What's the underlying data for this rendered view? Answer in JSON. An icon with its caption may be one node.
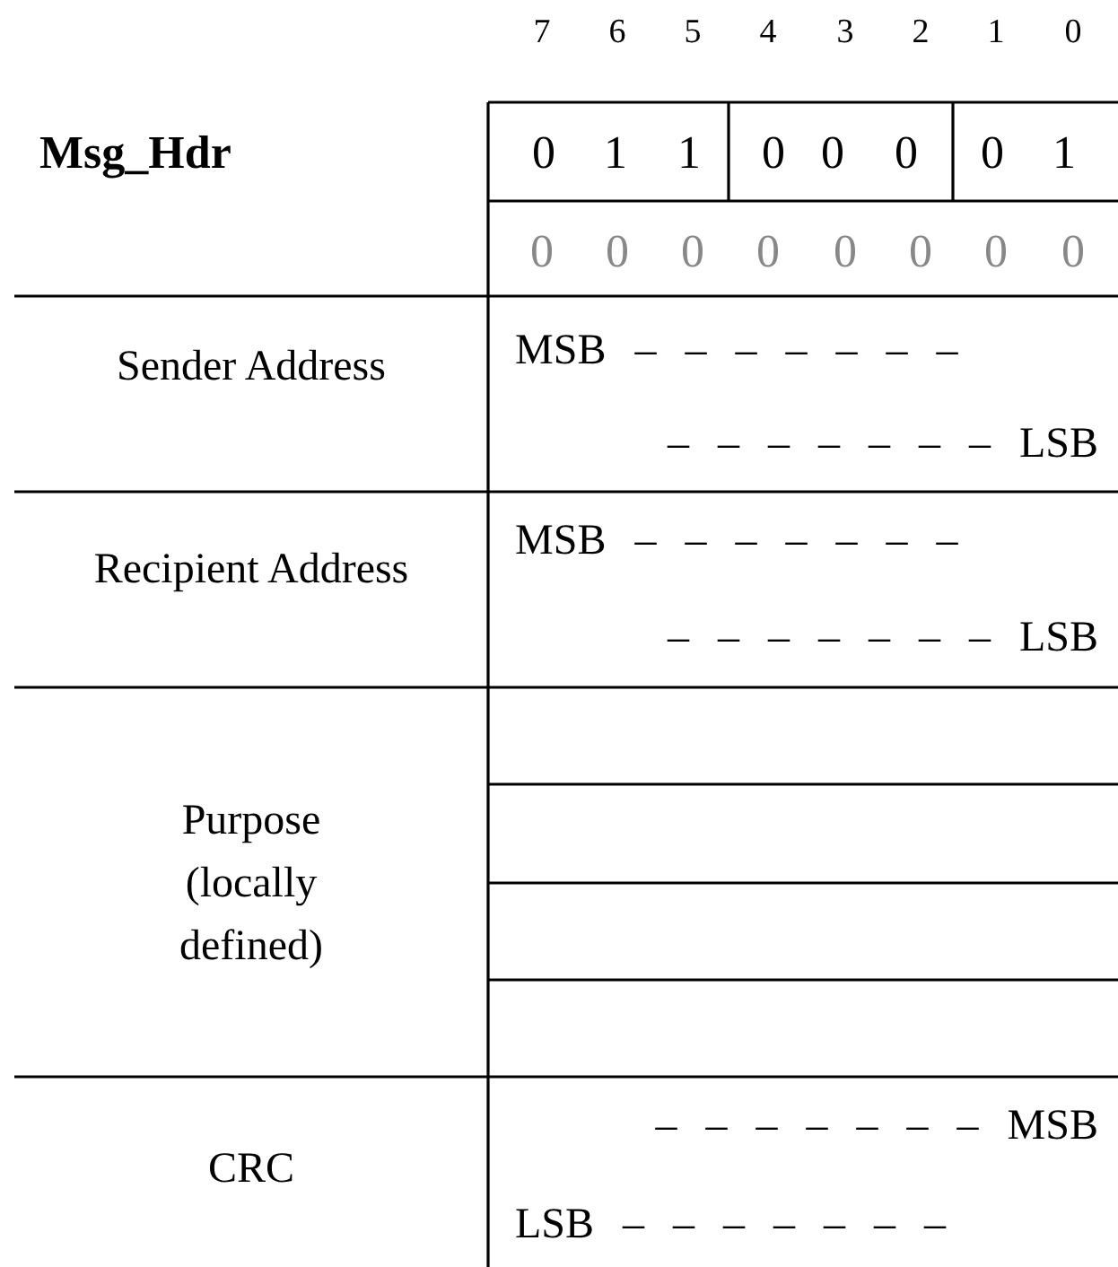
{
  "diagram": {
    "labels": [
      "7",
      "6",
      "5",
      "4",
      "3",
      "2",
      "1",
      "0",
      "Msg_Hdr",
      "0",
      "1",
      "1",
      "0",
      "0",
      "0",
      "0",
      "1",
      "0",
      "0",
      "0",
      "0",
      "0",
      "0",
      "0",
      "0",
      "Sender Address",
      "MSB – – – – – – –",
      "– – – – – – – LSB",
      "Recipient Address",
      "MSB – – – – – – –",
      "– – – – – – – LSB",
      "Purpose (locally defined)",
      "CRC",
      "– – – – – – – MSB",
      "LSB – – – – – – –"
    ]
  }
}
